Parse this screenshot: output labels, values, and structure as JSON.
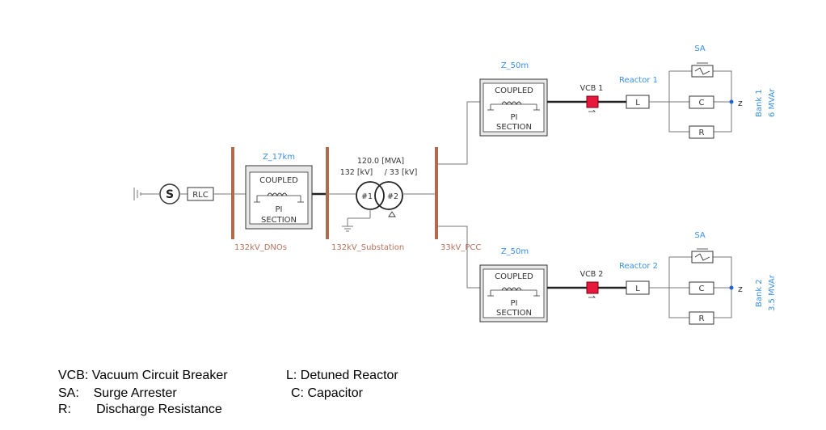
{
  "diagram": {
    "source": {
      "rlc_label": "RLC"
    },
    "bus_132_dnos": {
      "label": "132kV_DNOs"
    },
    "bus_132_sub": {
      "label": "132kV_Substation"
    },
    "bus_33_pcc": {
      "label": "33kV_PCC"
    },
    "line_main": {
      "label": "Z_17km",
      "box_line1": "COUPLED",
      "box_line2": "PI",
      "box_line3": "SECTION"
    },
    "transformer": {
      "rating": "120.0 [MVA]",
      "voltage_hv": "132 [kV]",
      "voltage_lv": "/ 33 [kV]",
      "winding1": "#1",
      "winding2": "#2"
    },
    "branch1": {
      "line_label": "Z_50m",
      "box_line1": "COUPLED",
      "box_line2": "PI",
      "box_line3": "SECTION",
      "vcb_label": "VCB 1",
      "reactor_label": "Reactor 1",
      "reactor_box": "L",
      "sa_label": "SA",
      "cap_box": "C",
      "res_box": "R",
      "bank_name": "Bank 1",
      "bank_rating": "6 MVAr"
    },
    "branch2": {
      "line_label": "Z_50m",
      "box_line1": "COUPLED",
      "box_line2": "PI",
      "box_line3": "SECTION",
      "vcb_label": "VCB 2",
      "reactor_label": "Reactor 2",
      "reactor_box": "L",
      "sa_label": "SA",
      "cap_box": "C",
      "res_box": "R",
      "bank_name": "Bank 2",
      "bank_rating": "3.5 MVAr"
    },
    "colors": {
      "bus": "#b06a4c",
      "label_blue": "#3a8fe6",
      "breaker": "#e8173c"
    }
  },
  "legend": {
    "vcb": "VCB: Vacuum Circuit Breaker",
    "sa": "SA:    Surge Arrester",
    "r": "R:       Discharge Resistance",
    "l": "L: Detuned Reactor",
    "c": "C: Capacitor"
  }
}
